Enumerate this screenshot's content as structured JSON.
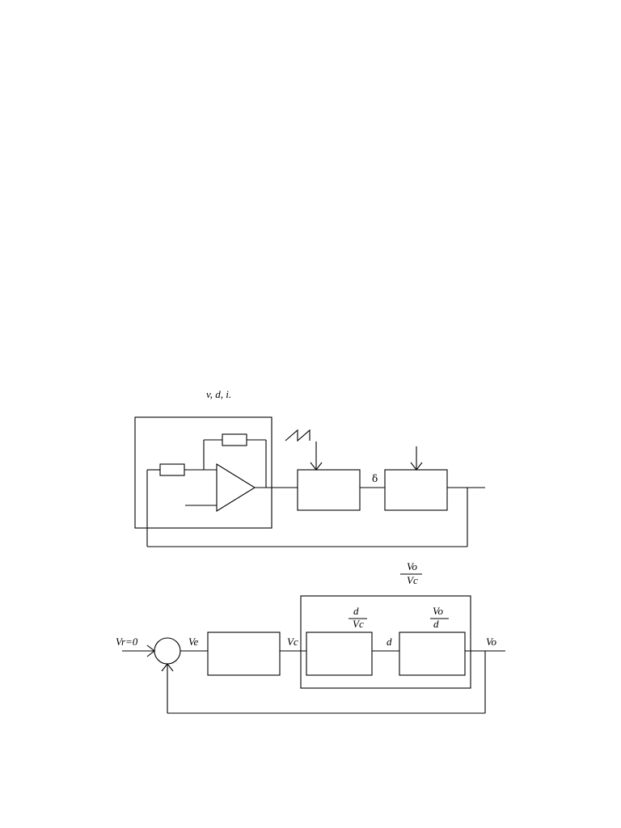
{
  "upper_diagram": {
    "variables_label": "v, d, i.",
    "delta_label": "δ"
  },
  "lower_diagram": {
    "reference_label": "Vr=0",
    "error_label": "Ve",
    "control_label": "Vc",
    "duty_label": "d",
    "output_label": "Vo",
    "plant_tf": {
      "numerator": "Vo",
      "denominator": "Vc"
    },
    "modulator_tf": {
      "numerator": "d",
      "denominator": "Vc"
    },
    "power_stage_tf": {
      "numerator": "Vo",
      "denominator": "d"
    }
  }
}
